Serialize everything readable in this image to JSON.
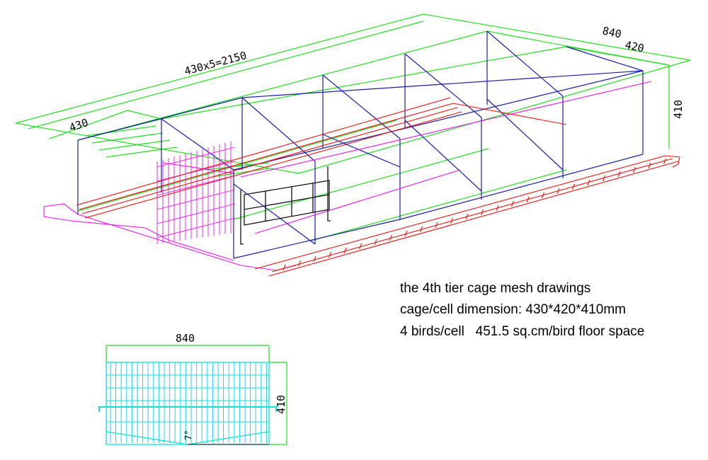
{
  "notes": {
    "line1": "the 4th tier cage mesh drawings",
    "line2": "cage/cell dimension: 430*420*410mm",
    "line3": "4 birds/cell   451.5 sq.cm/bird floor space"
  },
  "dimensions_3d": {
    "total_length": "430x5=2150",
    "cell_width": "430",
    "depth_total": "840",
    "depth_cell": "420",
    "height": "410"
  },
  "section_view": {
    "width": "840",
    "height": "410",
    "slope": "7°"
  },
  "colors": {
    "dimension": "#22dd22",
    "frame": "#1a1aaa",
    "floor": "#ee1111",
    "partition": "#ee11ee",
    "door": "#111111",
    "section_mesh": "#11dddd"
  }
}
